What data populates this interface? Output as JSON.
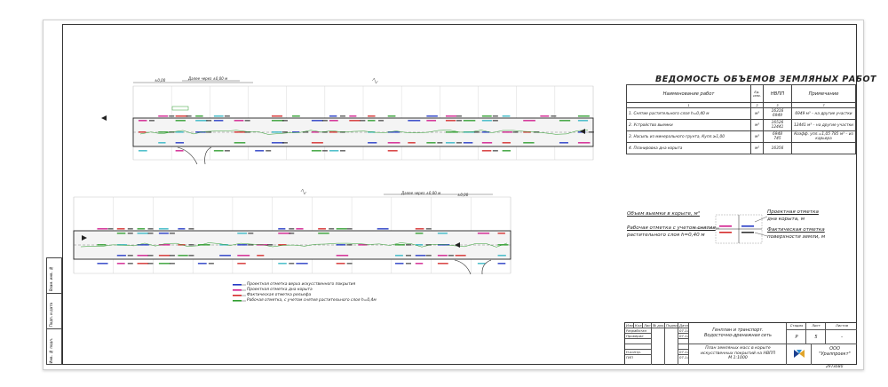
{
  "volume_table": {
    "title": "ВЕДОМОСТЬ ОБЪЕМОВ ЗЕМЛЯНЫХ РАБОТ",
    "headers": [
      "Наименование работ",
      "Ед. изм.",
      "НВПП",
      "Примечание"
    ],
    "number_row": [
      "1",
      "2",
      "3",
      "7"
    ],
    "rows": [
      {
        "name": "1. Снятие растительного слоя h=0,40 м",
        "unit": "м³",
        "v1": "16316",
        "v2": "6949",
        "note": "6949 м³ – на другие участки"
      },
      {
        "name": "2. Устройство выемки",
        "unit": "м³",
        "v1": "16526",
        "v2": "12441",
        "note": "12441 м³ – на другие участки"
      },
      {
        "name": "3. Насыпь из минерального грунта, Купл.≥1,00",
        "unit": "м³",
        "v1": "6948",
        "v2": "745",
        "note": "Коэфф. упл.=1,05 785 м³ – из карьера"
      },
      {
        "name": "4. Планировка дна корыта",
        "unit": "м²",
        "v1": "16356",
        "v2": "",
        "note": ""
      }
    ]
  },
  "key": {
    "left_top": "Объем выемки в корыте, м³",
    "left_bottom_1": "Рабочая отметка с учетом снятия",
    "left_bottom_2": "растительного слоя h=0,40 м",
    "right_top_1": "Проектная отметка",
    "right_top_2": "дна корыта, м",
    "right_bottom_1": "Фактическая отметка",
    "right_bottom_2": "поверхности земли, м"
  },
  "legend": [
    "Проектная отметка верха искусственного покрытия",
    "Проектная отметка дна корыта",
    "Фактическая отметка рельефа",
    "Рабочая отметка, с учетом снятия растительного слоя h=0,4м"
  ],
  "plan_labels": {
    "top_arrow": "Далее через ±0,00 м",
    "top_dim": "±0,00",
    "bottom_arrow": "Далее через ±0,00 м",
    "bottom_dim": "±0,00"
  },
  "title_block": {
    "project_1": "Генплан и транспорт.",
    "project_2": "Водосточно-дренажная сеть",
    "sheet_title_1": "План земляных масс в корыте",
    "sheet_title_2": "искусственных покрытий на НВПП",
    "sheet_title_3": "М 1:1000",
    "stage_label": "Стадия",
    "sheet_label": "Лист",
    "sheets_label": "Листов",
    "stage": "Р",
    "sheet": "5",
    "sheets": "-",
    "org_1": "ООО",
    "org_2": "\"Уралпроект\"",
    "format": "297х680",
    "head_cells": [
      "Изм.",
      "Кол.уч.",
      "Лист",
      "№ док.",
      "Подпись",
      "Дата"
    ],
    "roles": [
      "Разработал",
      "Проверил",
      "",
      "",
      "Н.контр.",
      "ГИП"
    ],
    "dates": [
      "07.14",
      "07.14",
      "",
      "",
      "07.14",
      "07.14"
    ]
  },
  "side_strip": [
    "Инв. № подл.",
    "Подп. и дата",
    "Взам. инв. №"
  ],
  "colors": {
    "green": "#2f9e2f",
    "magenta": "#d01a8c",
    "blue": "#2338c4",
    "red": "#d42a2a",
    "cyan": "#35b6c4"
  }
}
